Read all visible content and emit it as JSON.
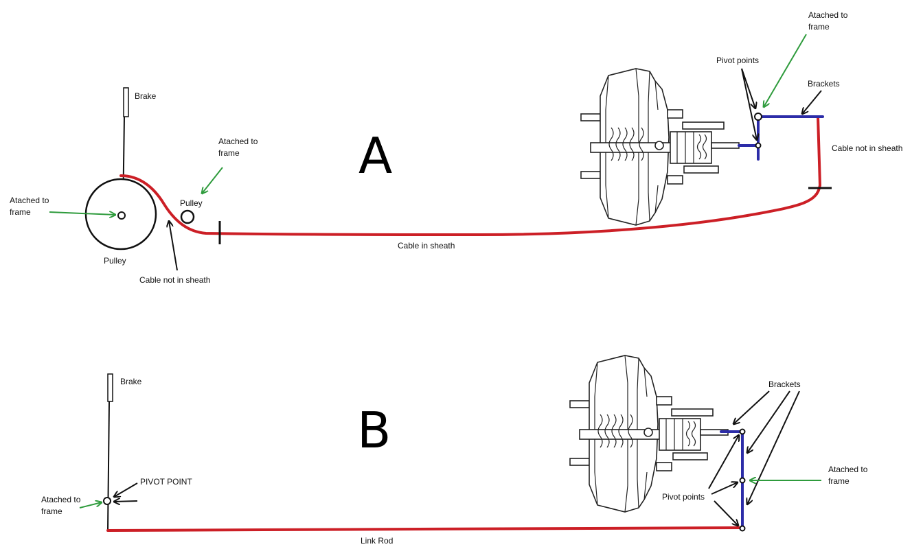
{
  "diagram_a": {
    "letter": "A",
    "brake_label": "Brake",
    "attached_left_line1": "Atached to",
    "attached_left_line2": "frame",
    "pulley_big_label": "Pulley",
    "pulley_small_label": "Pulley",
    "attached_pulley_line1": "Atached to",
    "attached_pulley_line2": "frame",
    "cable_not_in_sheath_left": "Cable not in sheath",
    "cable_in_sheath": "Cable in sheath",
    "pivot_points": "Pivot points",
    "attached_top_line1": "Atached to",
    "attached_top_line2": "frame",
    "brackets": "Brackets",
    "cable_not_in_sheath_right": "Cable not in sheath"
  },
  "diagram_b": {
    "letter": "B",
    "brake_label": "Brake",
    "pivot_point": "PIVOT POINT",
    "attached_left_line1": "Atached to",
    "attached_left_line2": "frame",
    "link_rod": "Link Rod",
    "brackets": "Brackets",
    "pivot_points": "Pivot points",
    "attached_right_line1": "Atached to",
    "attached_right_line2": "frame"
  },
  "colors": {
    "cable": "#cc1f26",
    "bracket": "#2c2ca8",
    "arrow_green": "#2e9b3c",
    "arrow_black": "#111111"
  }
}
